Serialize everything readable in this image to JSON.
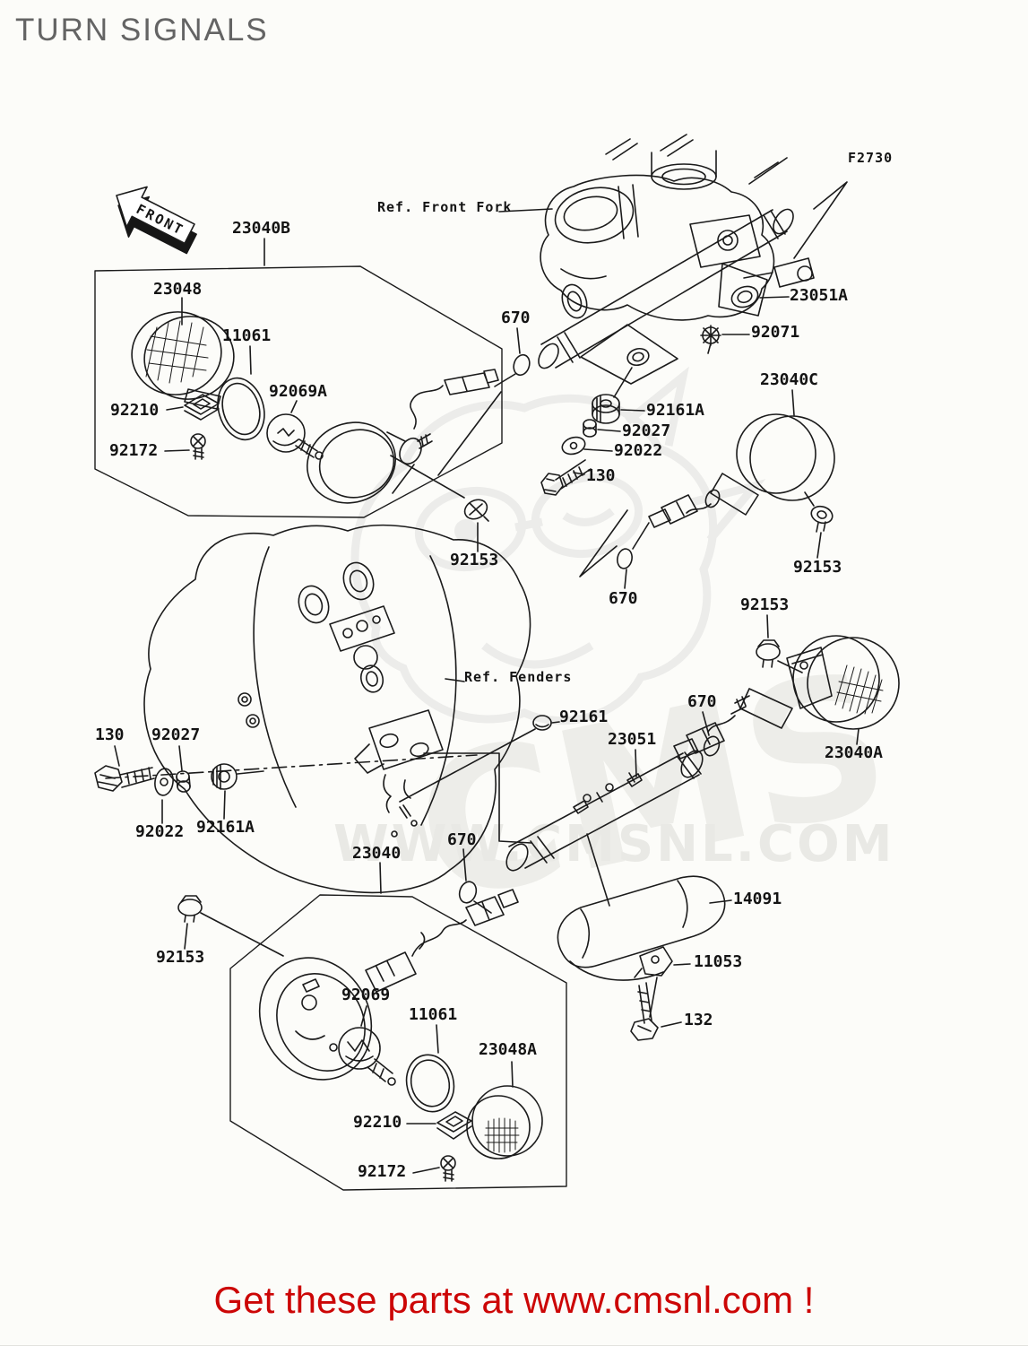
{
  "title": "TURN SIGNALS",
  "front_marker": "FRONT",
  "footer": {
    "text": "Get these parts at www.cmsnl.com !",
    "color": "#cc0606"
  },
  "watermark": {
    "brand": "CMS",
    "url": "WWW.CMSNL.COM"
  },
  "labels": [
    {
      "text": "23040B"
    },
    {
      "text": "23048"
    },
    {
      "text": "11061"
    },
    {
      "text": "92069A"
    },
    {
      "text": "92210"
    },
    {
      "text": "92172"
    },
    {
      "text": "670"
    },
    {
      "text": "92161A"
    },
    {
      "text": "92027"
    },
    {
      "text": "92022"
    },
    {
      "text": "130"
    },
    {
      "text": "92153"
    },
    {
      "text": "23051A"
    },
    {
      "text": "92071"
    },
    {
      "text": "F2730"
    },
    {
      "text": "23040C"
    },
    {
      "text": "92153"
    },
    {
      "text": "670"
    },
    {
      "text": "92153"
    },
    {
      "text": "23040A"
    },
    {
      "text": "670"
    },
    {
      "text": "92161"
    },
    {
      "text": "23051"
    },
    {
      "text": "Ref. Fenders"
    },
    {
      "text": "92153"
    },
    {
      "text": "130"
    },
    {
      "text": "92027"
    },
    {
      "text": "92022"
    },
    {
      "text": "92161A"
    },
    {
      "text": "23040"
    },
    {
      "text": "670"
    },
    {
      "text": "92069"
    },
    {
      "text": "11061"
    },
    {
      "text": "23048A"
    },
    {
      "text": "92210"
    },
    {
      "text": "92172"
    },
    {
      "text": "14091"
    },
    {
      "text": "11053"
    },
    {
      "text": "132"
    },
    {
      "text": "Ref. Front Fork"
    }
  ]
}
